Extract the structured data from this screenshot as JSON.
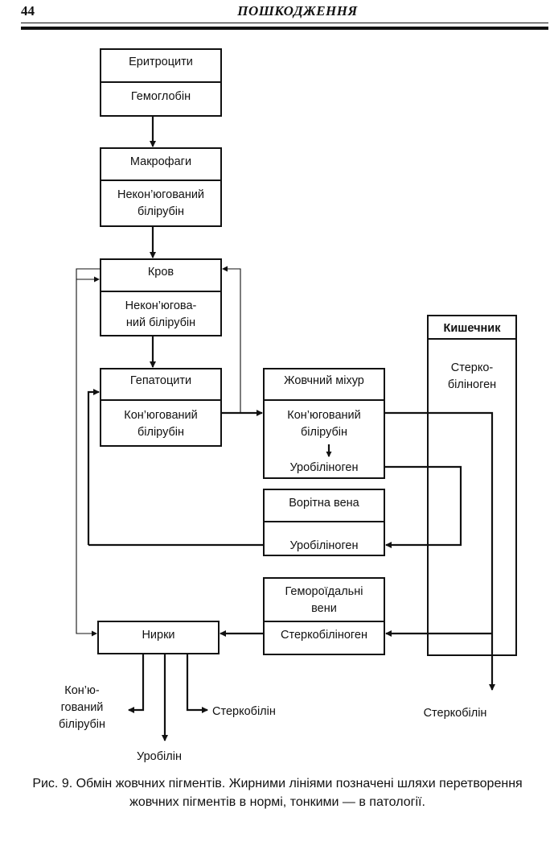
{
  "header": {
    "page_number": "44",
    "title": "ПОШКОДЖЕННЯ"
  },
  "diagram": {
    "erythrocytes": "Еритроцити",
    "hemoglobin": "Гемоглобін",
    "macrophages": "Макрофаги",
    "macro_bilirubin_line1": "Некон’югований",
    "macro_bilirubin_line2": "білірубін",
    "blood": "Кров",
    "blood_bilirubin_line1": "Некон’югова-",
    "blood_bilirubin_line2": "ний білірубін",
    "hepatocytes": "Гепатоцити",
    "hep_bilirubin_line1": "Кон’югований",
    "hep_bilirubin_line2": "білірубін",
    "gallbladder": "Жовчний міхур",
    "gb_bilirubin_line1": "Кон’югований",
    "gb_bilirubin_line2": "білірубін",
    "gb_urobilinogen": "Уробіліноген",
    "portal_vein": "Ворітна вена",
    "portal_urobilinogen": "Уробіліноген",
    "intestine": "Кишечник",
    "intestine_content_line1": "Стерко-",
    "intestine_content_line2": "біліноген",
    "hemorrhoidal_line1": "Гемороїдальні",
    "hemorrhoidal_line2": "вени",
    "hemorrhoidal_content": "Стеркобіліноген",
    "kidneys": "Нирки",
    "out_conj_line1": "Кон’ю-",
    "out_conj_line2": "гований",
    "out_conj_line3": "білірубін",
    "out_sterco_kidney": "Стеркобілін",
    "out_urobilin": "Уробілін",
    "out_sterco_intestine": "Стеркобілін"
  },
  "caption": {
    "text": "Рис. 9. Обмін жовчних пігментів. Жирними лініями позначені шляхи перетворення жовчних пігментів в нормі, тонкими — в патології."
  }
}
